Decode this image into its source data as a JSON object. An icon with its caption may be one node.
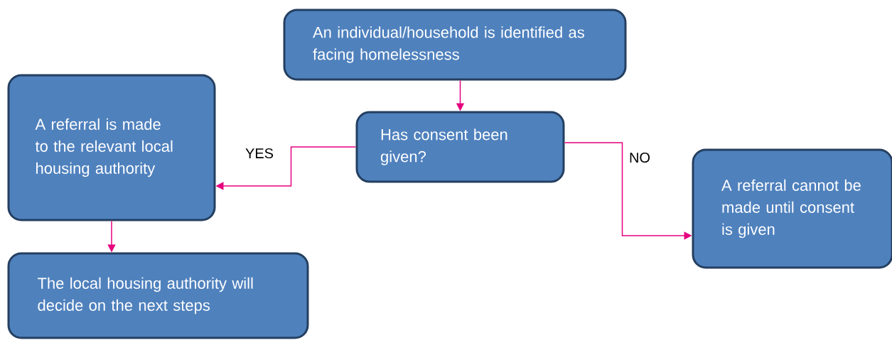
{
  "diagram": {
    "nodes": [
      {
        "text": [
          "An individual/household is identified as facing homelessness"
        ]
      },
      {
        "text": [
          "Has consent been given?"
        ]
      },
      {
        "text": [
          "A referral is made to the relevant local housing authority"
        ]
      },
      {
        "text": [
          "A referral cannot be made until consent is given"
        ]
      },
      {
        "text": [
          "The local housing authority will decide on the next steps"
        ]
      }
    ],
    "edges": [
      {
        "from": 0,
        "to": 1,
        "arrow": "to"
      },
      {
        "from": 1,
        "to": 2,
        "arrow": "to",
        "label": "YES"
      },
      {
        "from": 1,
        "to": 3,
        "arrow": "to",
        "label": "NO"
      },
      {
        "from": 2,
        "to": 4,
        "arrow": "to"
      }
    ]
  }
}
